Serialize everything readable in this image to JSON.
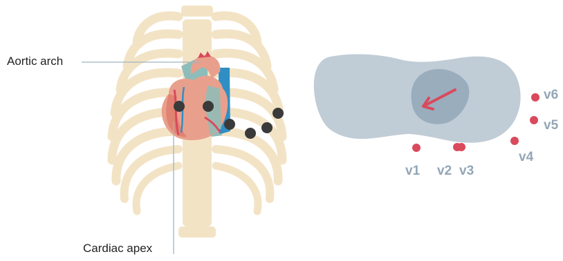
{
  "labels": {
    "aortic_arch": "Aortic arch",
    "cardiac_apex": "Cardiac apex"
  },
  "leads": {
    "v1": "v1",
    "v2": "v2",
    "v3": "v3",
    "v4": "v4",
    "v5": "v5",
    "v6": "v6"
  },
  "colors": {
    "bone": "#f3e3c5",
    "heart": "#e8a08c",
    "heart_dark": "#d9604f",
    "vessel_teal": "#8dbdba",
    "vessel_blue": "#2f8fc4",
    "vessel_red": "#d94a5c",
    "electrode": "#3a3a3a",
    "torso": "#c0ccd6",
    "heart_section": "#99adbd",
    "arrow": "#d94a5c",
    "lead_dot": "#d94a5c",
    "lead_text": "#93a6b6",
    "callout_line": "#9fb3c2"
  }
}
